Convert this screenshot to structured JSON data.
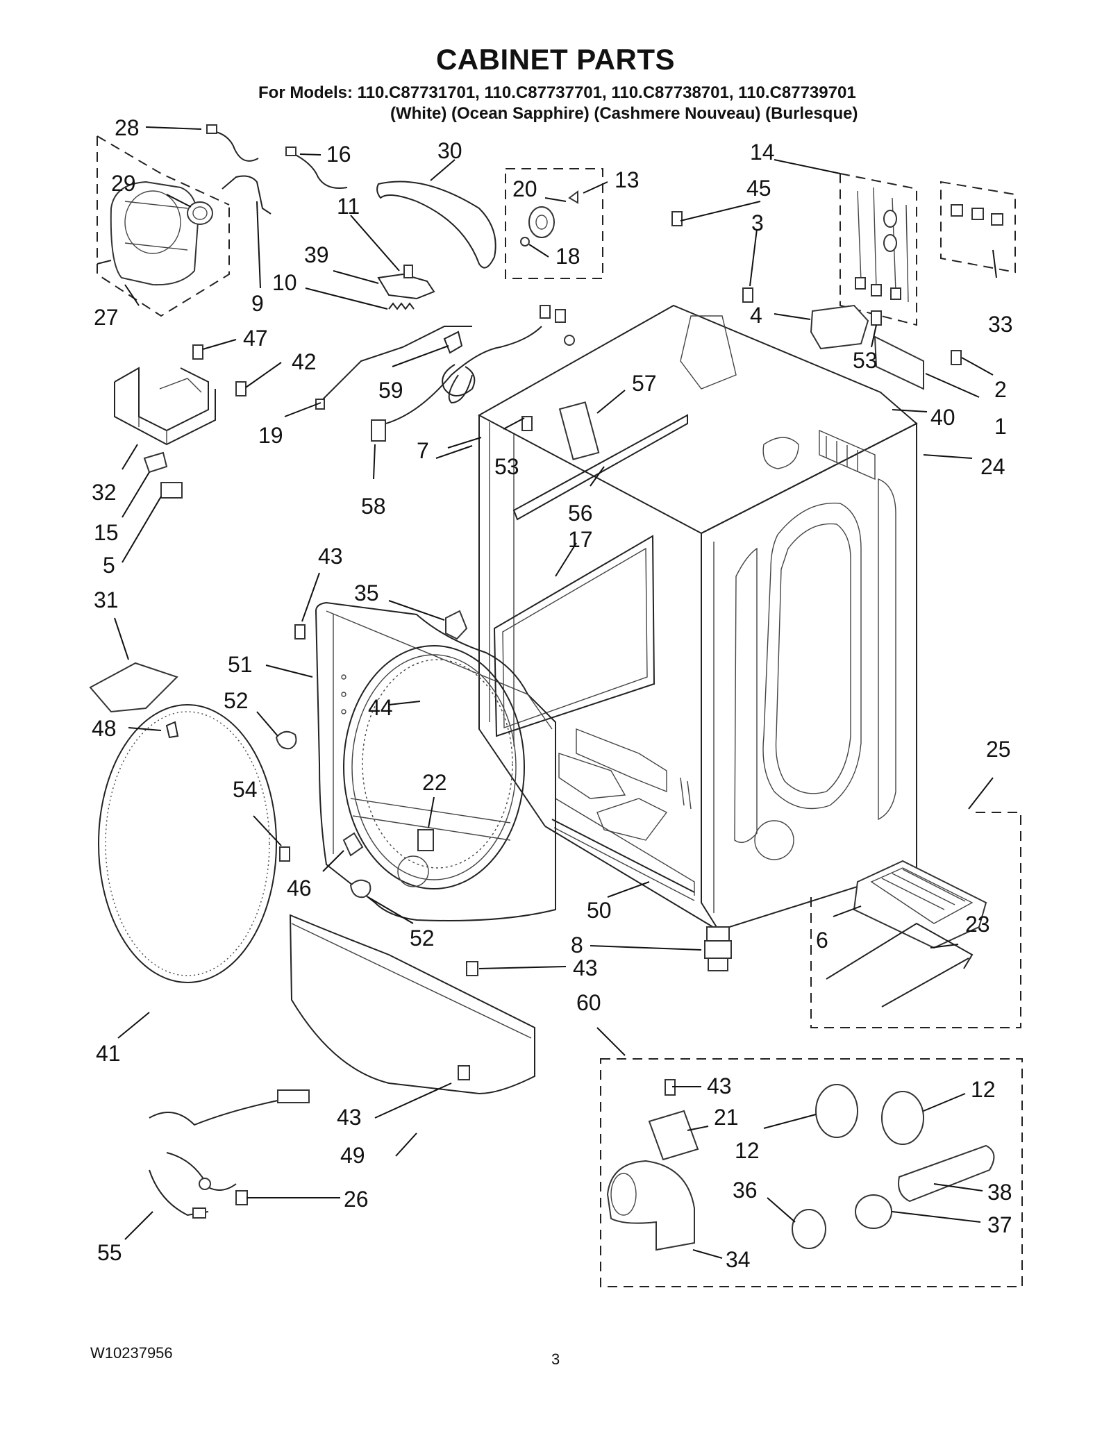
{
  "header": {
    "title": "CABINET PARTS",
    "models": "For Models: 110.C87731701, 110.C87737701, 110.C87738701, 110.C87739701",
    "variants": "(White) (Ocean Sapphire) (Cashmere Nouveau) (Burlesque)"
  },
  "footer": {
    "doc_number": "W10237956",
    "page_number": "3"
  },
  "callouts": {
    "c1": "1",
    "c2": "2",
    "c3": "3",
    "c4": "4",
    "c5": "5",
    "c6": "6",
    "c7": "7",
    "c8": "8",
    "c9": "9",
    "c10": "10",
    "c11": "11",
    "c12a": "12",
    "c12b": "12",
    "c13": "13",
    "c14": "14",
    "c15": "15",
    "c16": "16",
    "c17": "17",
    "c18": "18",
    "c19": "19",
    "c20": "20",
    "c21": "21",
    "c22": "22",
    "c23": "23",
    "c24": "24",
    "c25": "25",
    "c26": "26",
    "c27": "27",
    "c28": "28",
    "c29": "29",
    "c30": "30",
    "c31": "31",
    "c32": "32",
    "c33": "33",
    "c34": "34",
    "c35": "35",
    "c36": "36",
    "c37": "37",
    "c38": "38",
    "c39": "39",
    "c40": "40",
    "c41": "41",
    "c42": "42",
    "c43a": "43",
    "c43b": "43",
    "c43c": "43",
    "c43d": "43",
    "c44": "44",
    "c45": "45",
    "c46": "46",
    "c47": "47",
    "c48": "48",
    "c49": "49",
    "c50": "50",
    "c51": "51",
    "c52a": "52",
    "c52b": "52",
    "c53a": "53",
    "c53b": "53",
    "c54": "54",
    "c55": "55",
    "c56": "56",
    "c57": "57",
    "c58": "58",
    "c59": "59",
    "c60": "60"
  }
}
